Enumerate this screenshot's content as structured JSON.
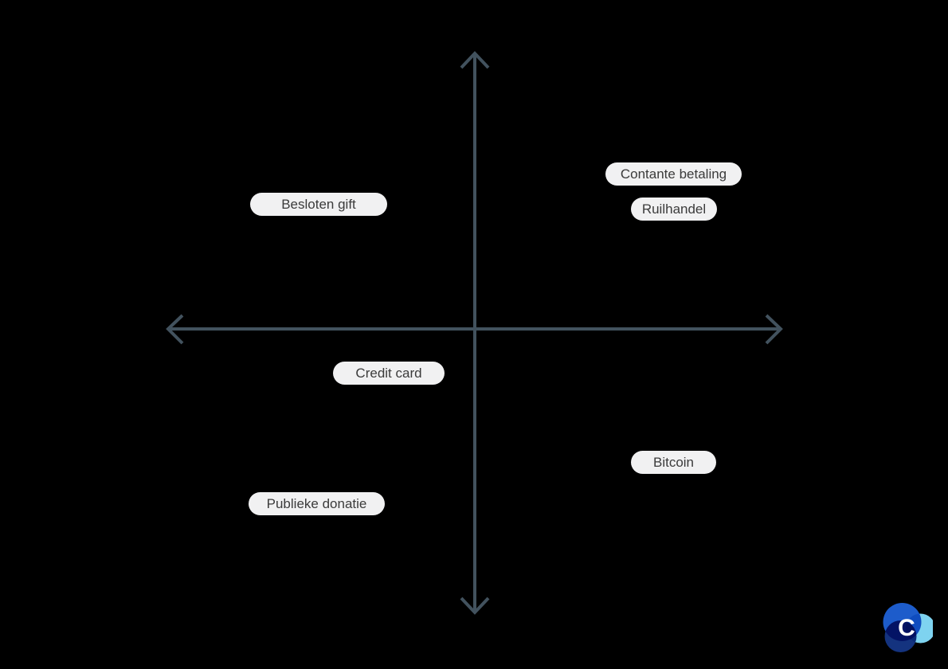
{
  "diagram": {
    "type": "quadrant-mind-map",
    "background_color": "#000000",
    "axes": {
      "color": "#42525e",
      "stroke_width": 4,
      "orientation": "crossed horizontal and vertical arrows, arrowheads on all four ends"
    },
    "nodes": [
      {
        "label": "Besloten gift",
        "quadrant": "top-left"
      },
      {
        "label": "Contante betaling",
        "quadrant": "top-right"
      },
      {
        "label": "Ruilhandel",
        "quadrant": "top-right"
      },
      {
        "label": "Credit card",
        "quadrant": "bottom-left"
      },
      {
        "label": "Bitcoin",
        "quadrant": "bottom-right"
      },
      {
        "label": "Publieke donatie",
        "quadrant": "bottom-left"
      }
    ],
    "node_style": {
      "background_color": "#f1f1f2",
      "text_color": "#3b3b3b"
    },
    "logo": {
      "letter": "C",
      "circle_royal_blue": "#1d5ccb",
      "circle_light_blue": "#7ed3f0",
      "circle_navy": "#14337f",
      "letter_color": "#ffffff"
    }
  }
}
